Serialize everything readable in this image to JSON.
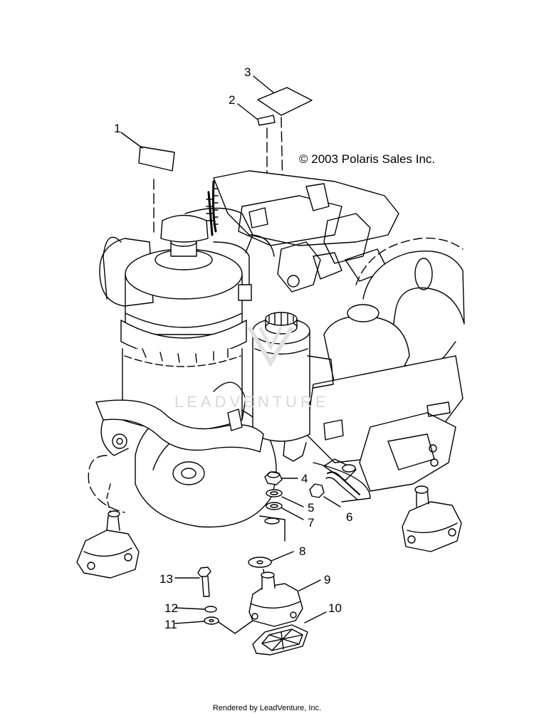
{
  "copyright": "© 2003 Polaris Sales Inc.",
  "footer": "Rendered by LeadVenture, Inc.",
  "watermark": "LEADVENTURE",
  "callouts": {
    "c1": "1",
    "c2": "2",
    "c3": "3",
    "c4": "4",
    "c5": "5",
    "c6": "6",
    "c7": "7",
    "c8": "8",
    "c9": "9",
    "c10": "10",
    "c11": "11",
    "c12": "12",
    "c13": "13"
  }
}
